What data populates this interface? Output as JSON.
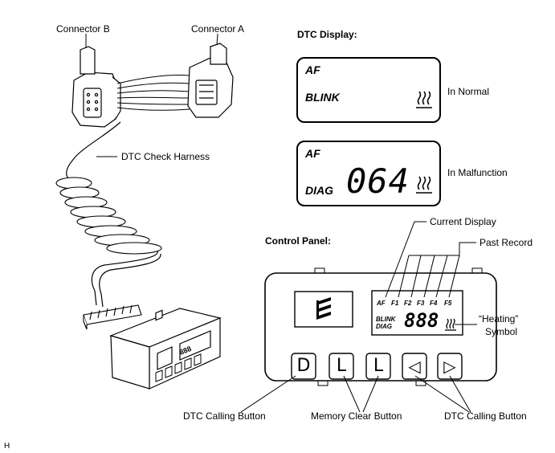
{
  "labels": {
    "connector_b": "Connector B",
    "connector_a": "Connector A",
    "dtc_check_harness": "DTC Check Harness",
    "dtc_display_title": "DTC Display:",
    "in_normal": "In Normal",
    "in_malfunction": "In Malfunction",
    "control_panel_title": "Control Panel:",
    "current_display": "Current Display",
    "past_record": "Past Record",
    "heating_symbol_line1": "“Heating”",
    "heating_symbol_line2": "Symbol",
    "dtc_calling_button_left": "DTC Calling Button",
    "memory_clear_button": "Memory Clear Button",
    "dtc_calling_button_right": "DTC Calling Button",
    "corner_mark": "H"
  },
  "normal_display": {
    "mode": "AF",
    "status": "BLINK"
  },
  "malfunction_display": {
    "mode": "AF",
    "status": "DIAG",
    "code": "064"
  },
  "control_panel": {
    "record_labels": [
      "AF",
      "F1",
      "F2",
      "F3",
      "F4",
      "F5"
    ],
    "status_line1": "BLINK",
    "status_line2": "DIAG",
    "digits": "888",
    "buttons": [
      "D",
      "L",
      "L",
      "◁",
      "▷"
    ]
  },
  "colors": {
    "ink": "#000000",
    "paper": "#ffffff"
  }
}
